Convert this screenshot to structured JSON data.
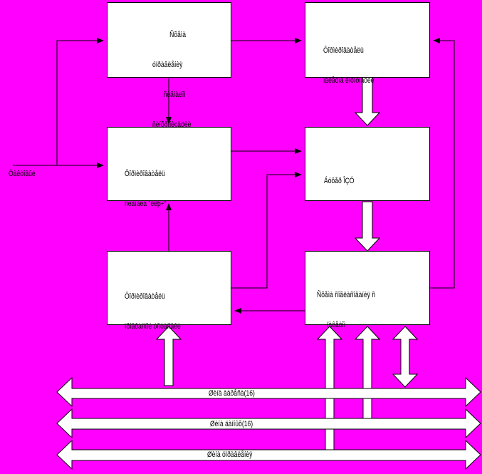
{
  "colors": {
    "background": "#ff00ff",
    "box_fill": "#ffffff",
    "stroke": "#000000"
  },
  "blocks": {
    "top_left": {
      "lines": [
        "Ñõåìà",
        "óïðàâëåíèÿ",
        "ñèãíàëîì",
        "ñèíõðîíèçàöèè"
      ]
    },
    "top_right": {
      "lines": [
        "Ôîðìèðîâàòåëü",
        "ïàêåòîâ èíôîðìàöèè"
      ]
    },
    "middle_left": {
      "lines": [
        "Ôîðìèðîâàòåëü",
        "ñèãíàëà \"êëþ÷\""
      ]
    },
    "middle_right": {
      "lines": [
        "Áóôåð ÎÇÓ"
      ]
    },
    "bottom_left": {
      "lines": [
        "Ôîðìèðîâàòåëü",
        "ïðîãðàììíîé óñòàíîâêè"
      ]
    },
    "bottom_right": {
      "lines": [
        "Ñõåìà ñîãëàñîâàíèÿ ñ",
        "ïàêåòîì"
      ]
    }
  },
  "input_label": "Òàêòîâûé",
  "buses": {
    "address": "Øèíà àäðåñà(16)",
    "data": "Øèíà äàííûõ(16)",
    "control": "Øèíà óïðàâëåíèÿ"
  }
}
